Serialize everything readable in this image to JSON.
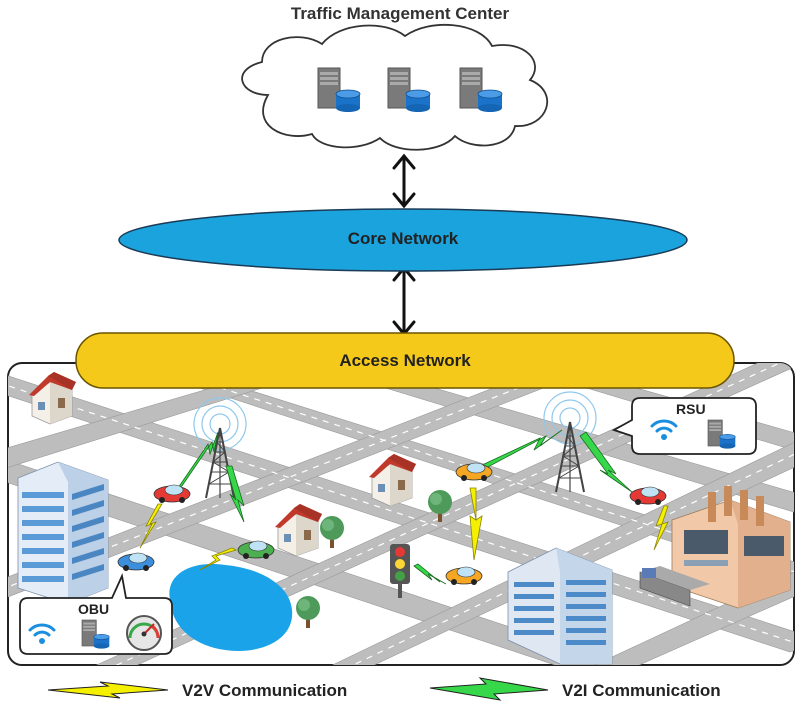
{
  "title": "Traffic Management Center",
  "core_network": {
    "label": "Core Network",
    "color": "#1aa3dd"
  },
  "access_network": {
    "label": "Access Network",
    "color": "#f5c91a"
  },
  "rsu": {
    "label": "RSU"
  },
  "obu": {
    "label": "OBU"
  },
  "legend": {
    "v2v": {
      "label": "V2V Communication",
      "color": "#f5f000"
    },
    "v2i": {
      "label": "V2I Communication",
      "color": "#36d84a"
    }
  },
  "icons": [
    "server-icon",
    "database-icon",
    "wifi-icon",
    "speedometer-icon",
    "traffic-light-icon",
    "radio-tower-icon",
    "car-icon",
    "building-icon",
    "house-icon",
    "factory-icon",
    "tree-icon",
    "pond-icon"
  ]
}
